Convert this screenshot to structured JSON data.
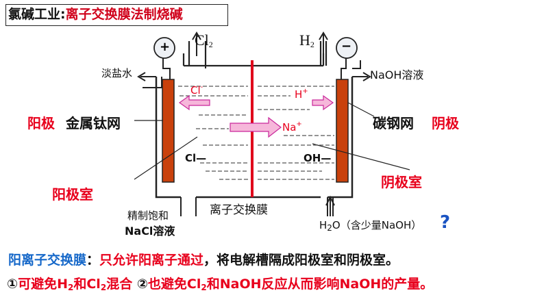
{
  "title": {
    "prefix": "氯碱工业",
    "colon": ":",
    "main": "离子交换膜法制烧碱"
  },
  "electrodes": {
    "anode_sign": "+",
    "cathode_sign": "−"
  },
  "gases": {
    "cl2_main": "Cl",
    "cl2_sub": "2",
    "h2_main": "H",
    "h2_sub": "2"
  },
  "labels": {
    "dilute_brine": "淡盐水",
    "naoh_solution": "NaOH溶液",
    "anode": "阳极",
    "titanium_mesh": "金属钛网",
    "carbon_steel_mesh": "碳钢网",
    "cathode": "阴极",
    "anode_chamber": "阳极室",
    "cathode_chamber": "阴极室",
    "membrane": "离子交换膜",
    "feed_line1": "精制饱和",
    "feed_line2": "NaCl溶液",
    "water_inlet_h": "H",
    "water_inlet_sub": "2",
    "water_inlet_rest": "O（含少量NaOH）",
    "question_mark": "?"
  },
  "ions": {
    "cl_arrow": "Cl",
    "cl_arrow_sup": "-",
    "h_arrow": "H",
    "h_arrow_sup": "+",
    "na_arrow": "Na",
    "na_arrow_sup": "+",
    "cl_bottom": "Cl",
    "cl_bottom_dash": "—",
    "oh_bottom": "OH",
    "oh_bottom_dash": "—"
  },
  "bottom": {
    "line1_term": "阳离子交换膜",
    "line1_colon": "：",
    "line1_red": "只允许阳离子通过",
    "line1_rest": "，将电解槽隔成阳极室和阴极室。",
    "line2_num1": "①",
    "line2_a1": "可避免H",
    "line2_sub1": "2",
    "line2_a2": "和Cl",
    "line2_sub2": "2",
    "line2_a3": "混合",
    "line2_num2": "②",
    "line2_b1": "也避免Cl",
    "line2_sub3": "2",
    "line2_b2": "和NaOH反应从而影响NaOH的产量。"
  }
}
